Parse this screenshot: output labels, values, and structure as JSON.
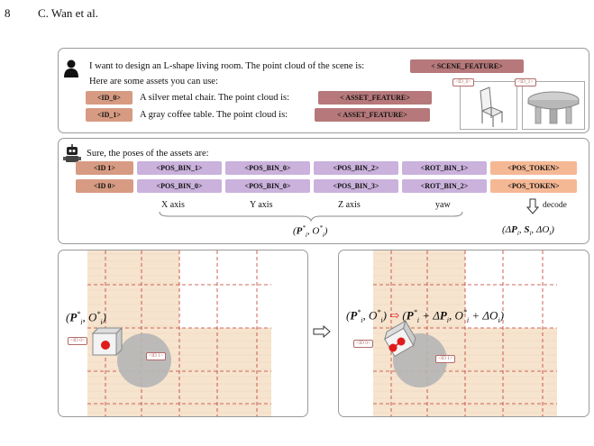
{
  "header": {
    "page_number": "8",
    "authors": "C. Wan et al."
  },
  "prompt": {
    "line1": "I want to design an L-shape living room. The point cloud of the scene is:",
    "scene_token": "< SCENE_FEATURE>",
    "line2": "Here are some assets you can use:",
    "assets": [
      {
        "id": "<ID_0>",
        "text": "A silver metal chair. The point cloud is:",
        "token": "< ASSET_FEATURE>"
      },
      {
        "id": "<ID_1>",
        "text": "A gray coffee table. The point cloud is:",
        "token": "< ASSET_FEATURE>"
      }
    ],
    "thumb_labels": [
      "<ID_0>",
      "<ID_1>"
    ]
  },
  "response": {
    "line1": "Sure, the poses of the assets are:",
    "rows": [
      [
        "<ID 1>",
        "<POS_BIN_1>",
        "<POS_BIN_0>",
        "<POS_BIN_2>",
        "<ROT_BIN_1>",
        "<POS_TOKEN>"
      ],
      [
        "<ID 0>",
        "<POS_BIN_0>",
        "<POS_BIN_0>",
        "<POS_BIN_3>",
        "<ROT_BIN_2>",
        "<POS_TOKEN>"
      ]
    ],
    "axis_labels": [
      "X axis",
      "Y axis",
      "Z axis",
      "yaw"
    ],
    "decode_label": "decode",
    "pose_math": "(P",
    "pose_full": "(P*i, O*i)",
    "out_full": "(ΔPi, Si, ΔOi)"
  },
  "scenes": {
    "left_label": "(P*i, O*i)",
    "right_label": "(P*i, O*i) ⇒ (P*i + ΔPi, O*i + ΔOi)",
    "id_labels": [
      "<ID 0>",
      "<ID 1>"
    ]
  },
  "colors": {
    "scene_token": "#b6787a",
    "id_token": "#d69b82",
    "pos_token": "#cab2dc",
    "pos_output": "#f5b895",
    "grid_line": "#c0392b",
    "floor": "#f6e4cf"
  }
}
